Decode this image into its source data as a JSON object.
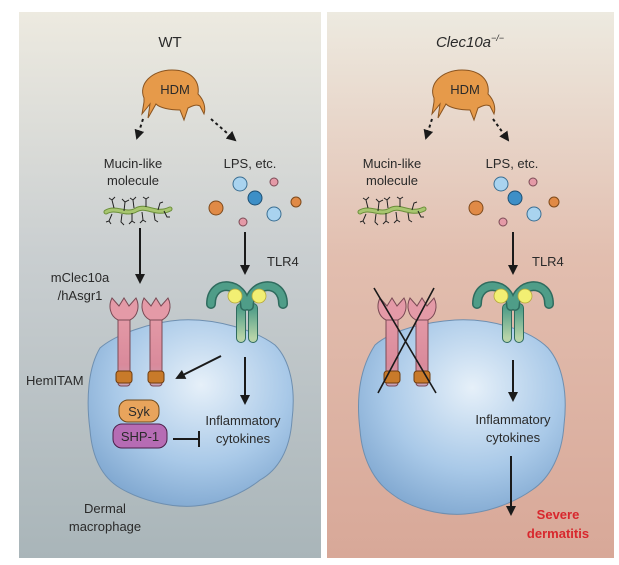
{
  "panels": {
    "wt": {
      "title": "WT",
      "hdm": "HDM",
      "mucin_line1": "Mucin-like",
      "mucin_line2": "molecule",
      "lps": "LPS, etc.",
      "receptor_line1": "mClec10a",
      "receptor_line2": "/hAsgr1",
      "tlr4": "TLR4",
      "hemitam": "HemITAM",
      "syk": "Syk",
      "shp1": "SHP-1",
      "cyto_line1": "Inflammatory",
      "cyto_line2": "cytokines",
      "cell_line1": "Dermal",
      "cell_line2": "macrophage"
    },
    "ko": {
      "title_main": "Clec10a",
      "title_sup": "−/−",
      "hdm": "HDM",
      "mucin_line1": "Mucin-like",
      "mucin_line2": "molecule",
      "lps": "LPS, etc.",
      "tlr4": "TLR4",
      "cyto_line1": "Inflammatory",
      "cyto_line2": "cytokines",
      "outcome_line1": "Severe",
      "outcome_line2": "dermatitis"
    }
  },
  "colors": {
    "mite": "#e69a4a",
    "receptor": "#e49aa7",
    "tlr4": "#3f8f80",
    "ligand_yellow": "#f2ef73",
    "cell": "#a9c9e8",
    "syk": "#e8a45c",
    "shp1": "#b66cb4",
    "hemitam": "#c87a2a",
    "outcome": "#d8272d"
  }
}
